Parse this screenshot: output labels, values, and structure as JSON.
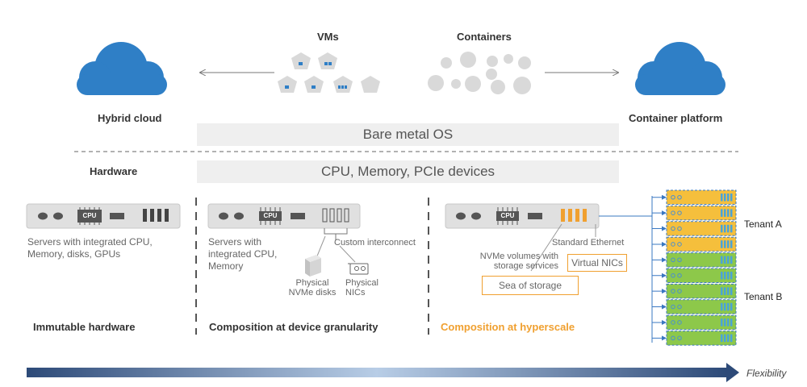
{
  "top": {
    "vms_label": "VMs",
    "containers_label": "Containers",
    "hybrid_cloud_label": "Hybrid cloud",
    "container_platform_label": "Container platform"
  },
  "bars": {
    "os_label": "Bare metal OS",
    "hardware_bar_label": "CPU, Memory, PCIe devices"
  },
  "hardware_label": "Hardware",
  "cpu_chip_label": "CPU",
  "col1": {
    "desc": "Servers with integrated CPU, Memory, disks, GPUs",
    "title": "Immutable hardware"
  },
  "col2": {
    "desc": "Servers with integrated CPU, Memory",
    "custom_interconnect": "Custom interconnect",
    "physical_nvme": "Physical NVMe disks",
    "physical_nics": "Physical NICs",
    "title": "Composition at device granularity"
  },
  "col3": {
    "standard_ethernet": "Standard Ethernet",
    "nvme_volumes": "NVMe volumes with storage services",
    "virtual_nics": "Virtual NICs",
    "sea_of_storage": "Sea of storage",
    "title": "Composition at hyperscale"
  },
  "tenants": {
    "tenant_a": "Tenant A",
    "tenant_b": "Tenant B"
  },
  "flexibility_label": "Flexibility",
  "colors": {
    "cloud_blue": "#2f7fc6",
    "orange": "#f0a030",
    "tenant_a": "#f5bf3c",
    "tenant_b": "#8dc84a",
    "arrow_dark": "#2d4a78"
  }
}
